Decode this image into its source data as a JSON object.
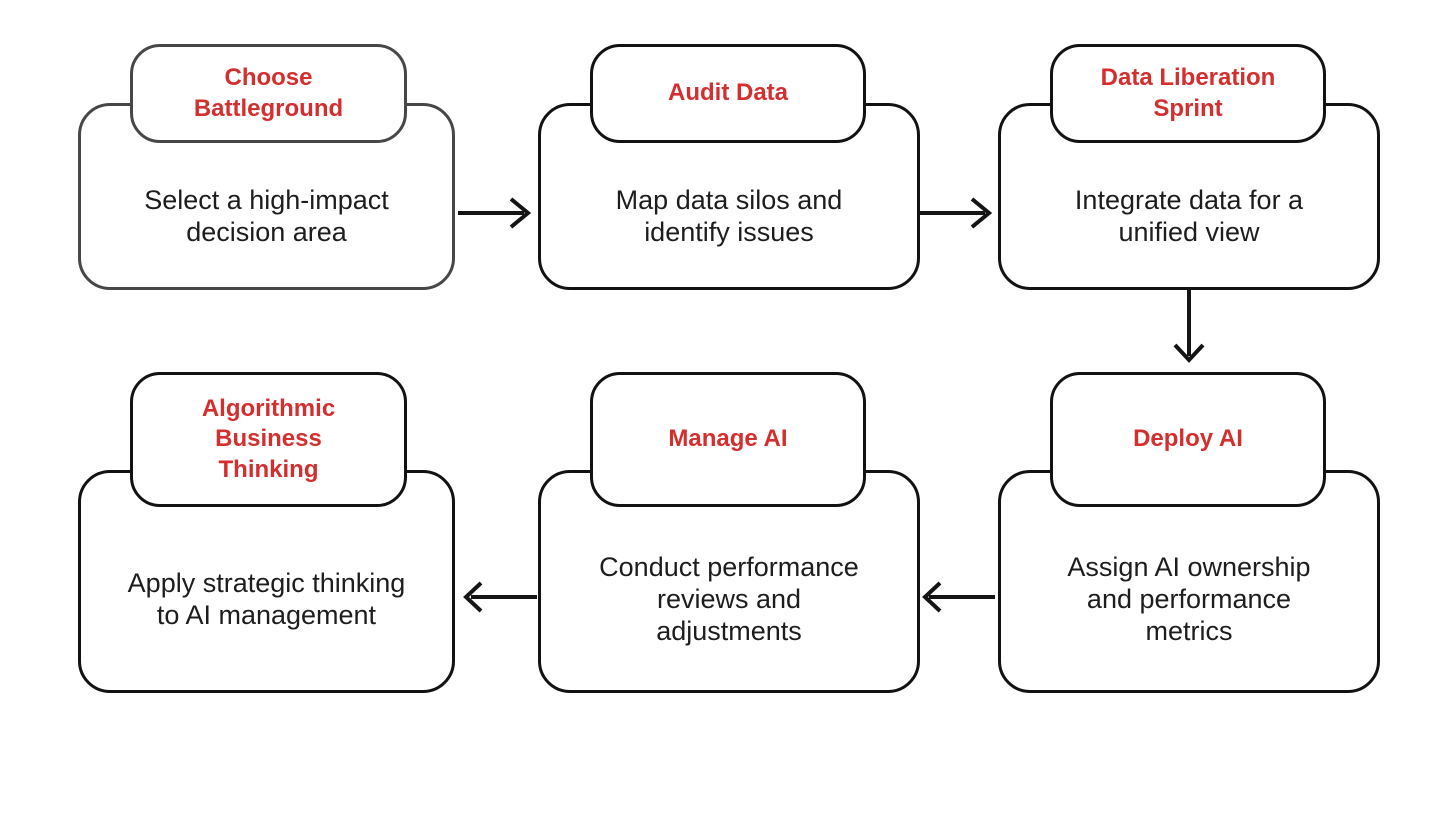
{
  "diagram": {
    "type": "flowchart",
    "colors": {
      "background": "#ffffff",
      "title_red": "#d32f2f",
      "border_black": "#121212",
      "border_gray_first_node": "#474747",
      "body_text": "#1d1d1d"
    },
    "nodes": [
      {
        "id": "choose-battleground",
        "title": "Choose\nBattleground",
        "body": "Select a high-impact\ndecision area"
      },
      {
        "id": "audit-data",
        "title": "Audit Data",
        "body": "Map data silos and\nidentify issues"
      },
      {
        "id": "data-liberation-sprint",
        "title": "Data Liberation\nSprint",
        "body": "Integrate data for a\nunified view"
      },
      {
        "id": "algorithmic-business-thinking",
        "title": "Algorithmic\nBusiness\nThinking",
        "body": "Apply strategic thinking\nto AI management"
      },
      {
        "id": "manage-ai",
        "title": "Manage AI",
        "body": "Conduct performance\nreviews and\nadjustments"
      },
      {
        "id": "deploy-ai",
        "title": "Deploy AI",
        "body": "Assign AI ownership\nand performance\nmetrics"
      }
    ],
    "connections": [
      {
        "from": "choose-battleground",
        "to": "audit-data",
        "direction": "right"
      },
      {
        "from": "audit-data",
        "to": "data-liberation-sprint",
        "direction": "right"
      },
      {
        "from": "data-liberation-sprint",
        "to": "deploy-ai",
        "direction": "down"
      },
      {
        "from": "deploy-ai",
        "to": "manage-ai",
        "direction": "left"
      },
      {
        "from": "manage-ai",
        "to": "algorithmic-business-thinking",
        "direction": "left"
      }
    ]
  }
}
